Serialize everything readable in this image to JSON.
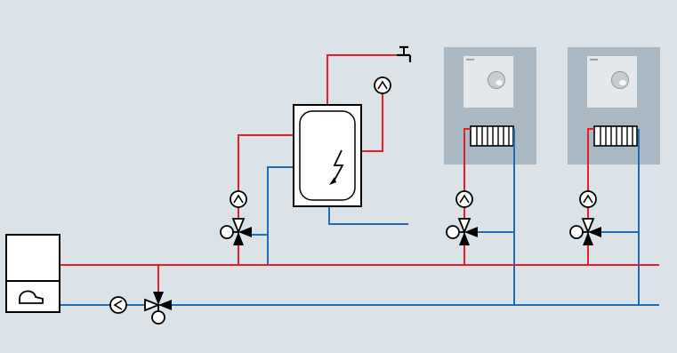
{
  "colors": {
    "background": "#dbe2e8",
    "supply_pipe": "#e3202a",
    "return_pipe": "#1f6db5",
    "room_panel": "#a9b8c2",
    "thermostat_face": "#e4e8ea",
    "component_fill": "#ffffff",
    "outline": "#000000"
  },
  "icons": {
    "boiler": "boiler-icon",
    "tank": "hot-water-tank-icon",
    "heating_element": "lightning-bolt-icon",
    "tap": "water-tap-icon",
    "pump": "circulation-pump-icon",
    "mixing_valve": "three-way-mixing-valve-icon",
    "radiator": "radiator-icon",
    "thermostat": "room-thermostat-icon"
  },
  "components": {
    "boiler": 1,
    "hot_water_tank": 1,
    "room_units": 2,
    "pumps": 5,
    "mixing_valves": 4
  }
}
